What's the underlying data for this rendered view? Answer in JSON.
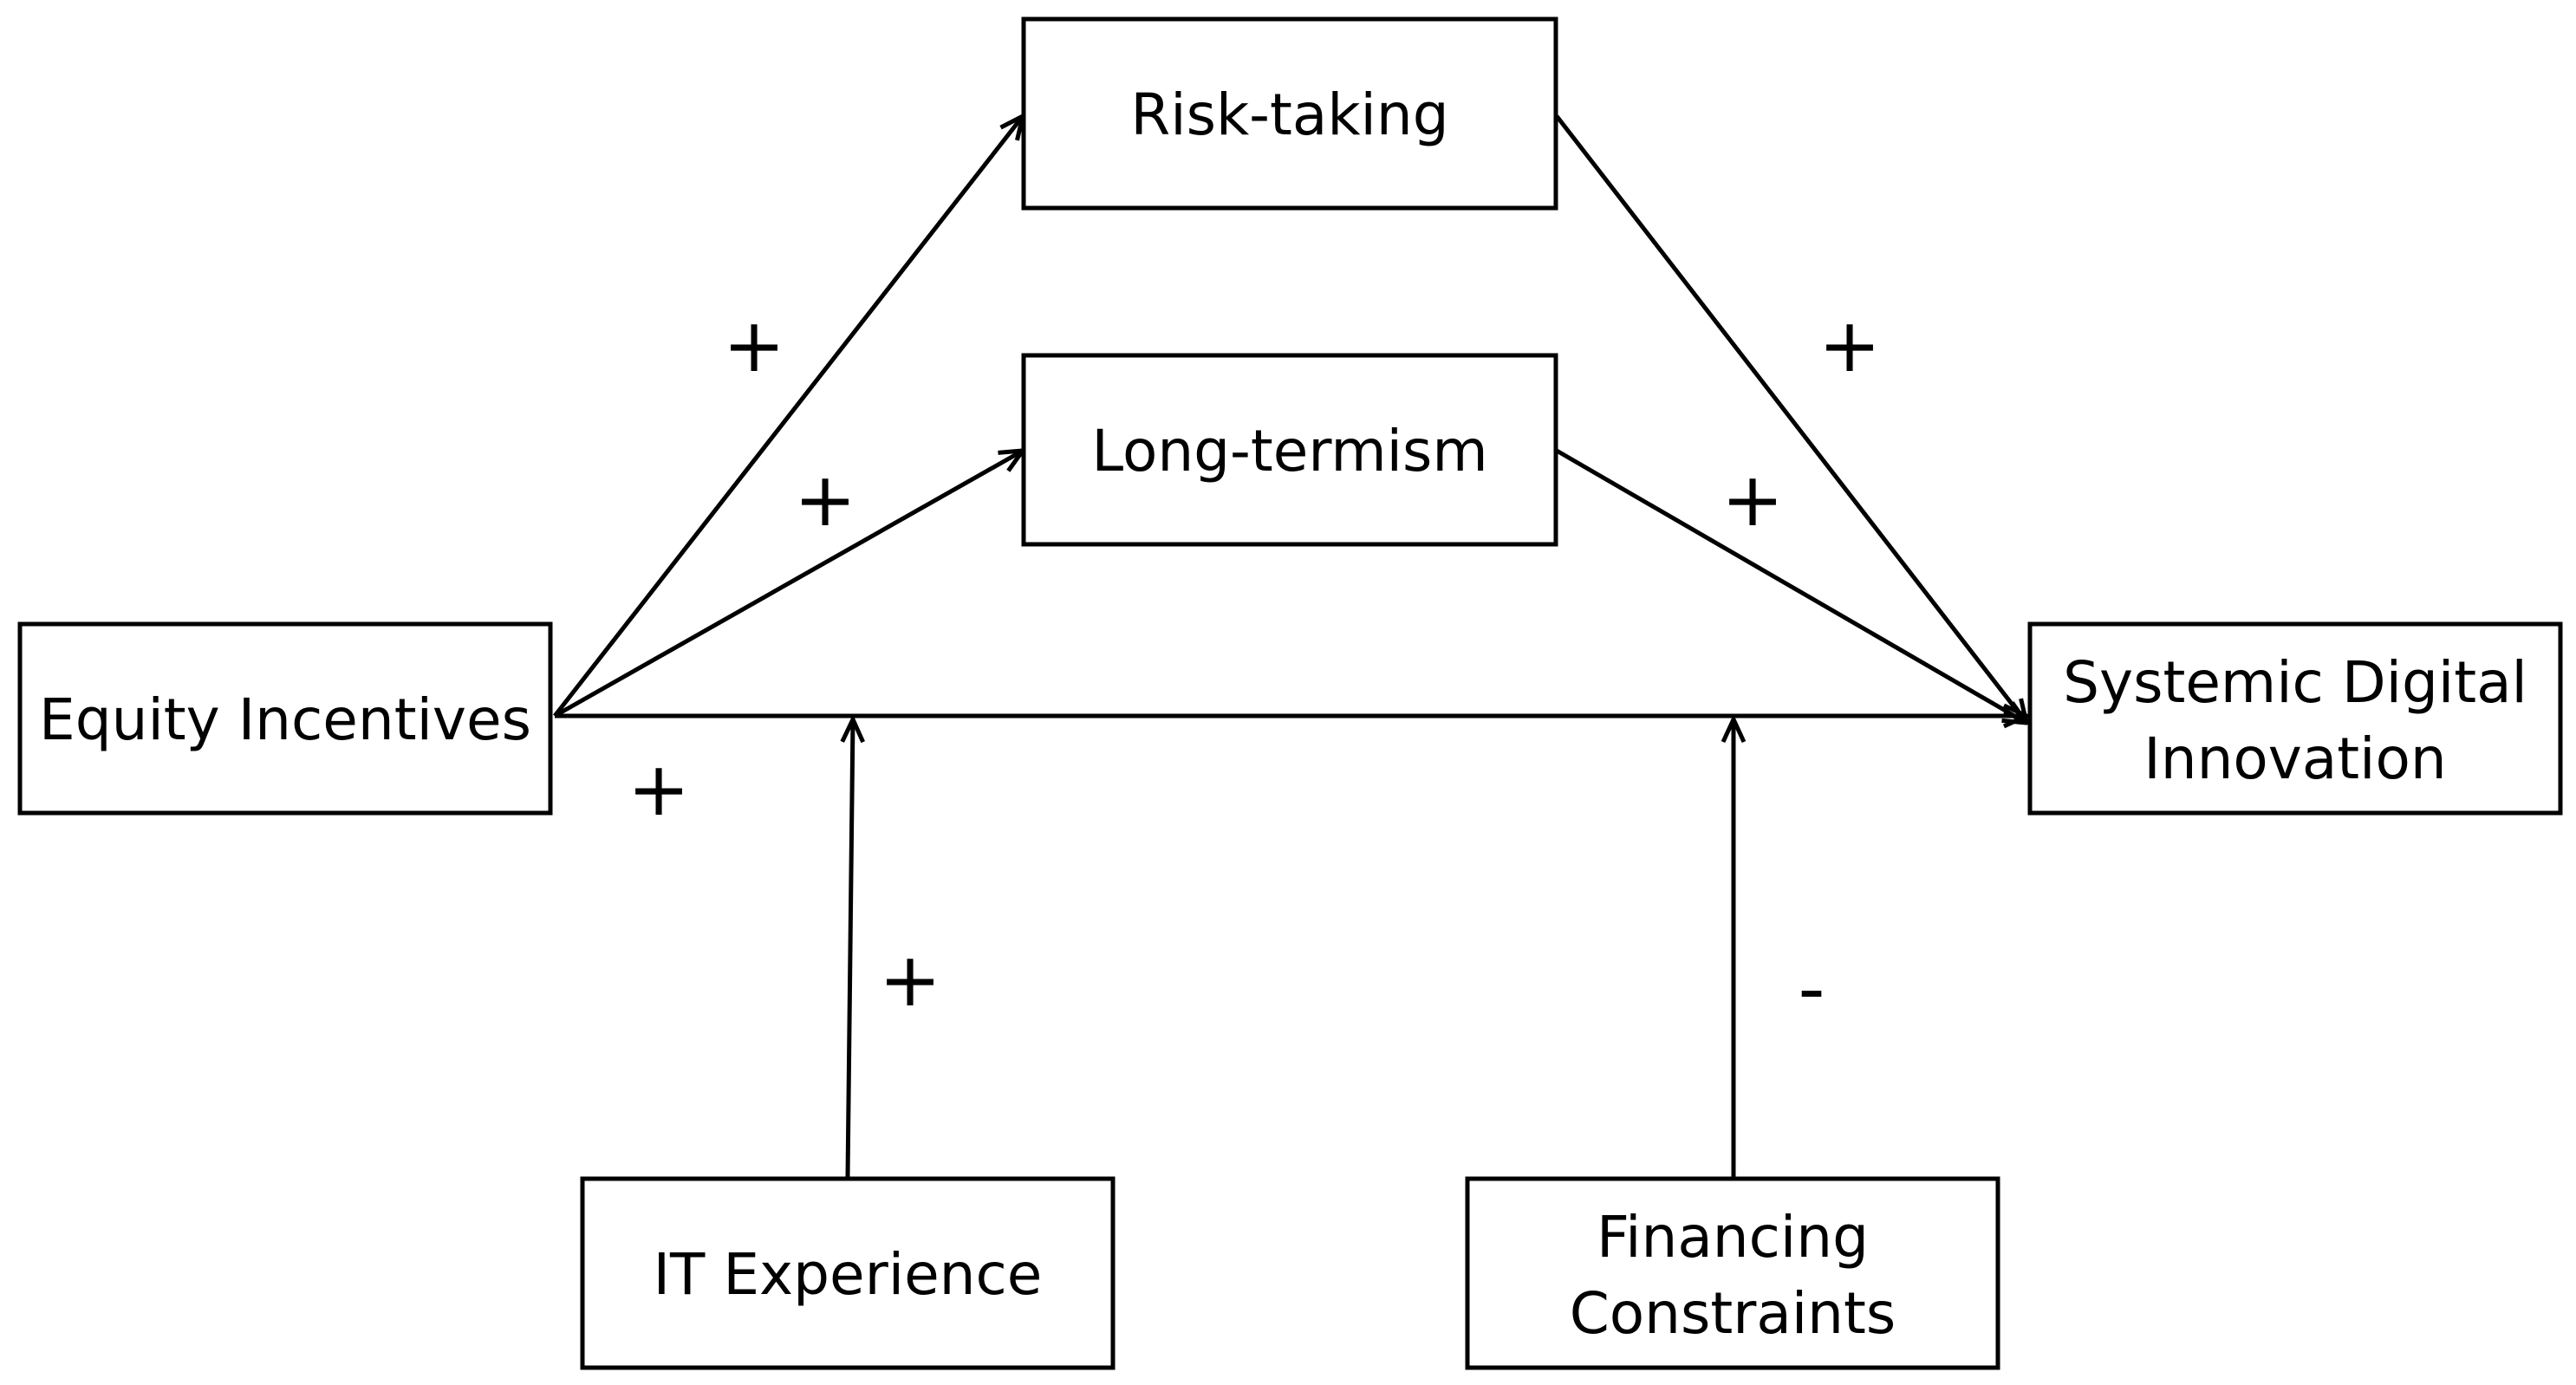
{
  "nodes": {
    "risk_taking": "Risk-taking",
    "long_termism": "Long-termism",
    "equity_incentives": "Equity Incentives",
    "systemic_digital_innovation": [
      "Systemic Digital",
      "Innovation"
    ],
    "it_experience": "IT Experience",
    "financing_constraints": [
      "Financing",
      "Constraints"
    ]
  },
  "signs": {
    "equity_to_risk": "+",
    "equity_to_long": "+",
    "risk_to_systemic": "+",
    "long_to_systemic": "+",
    "equity_to_systemic": "+",
    "it_moderation": "+",
    "financing_moderation": "-"
  }
}
